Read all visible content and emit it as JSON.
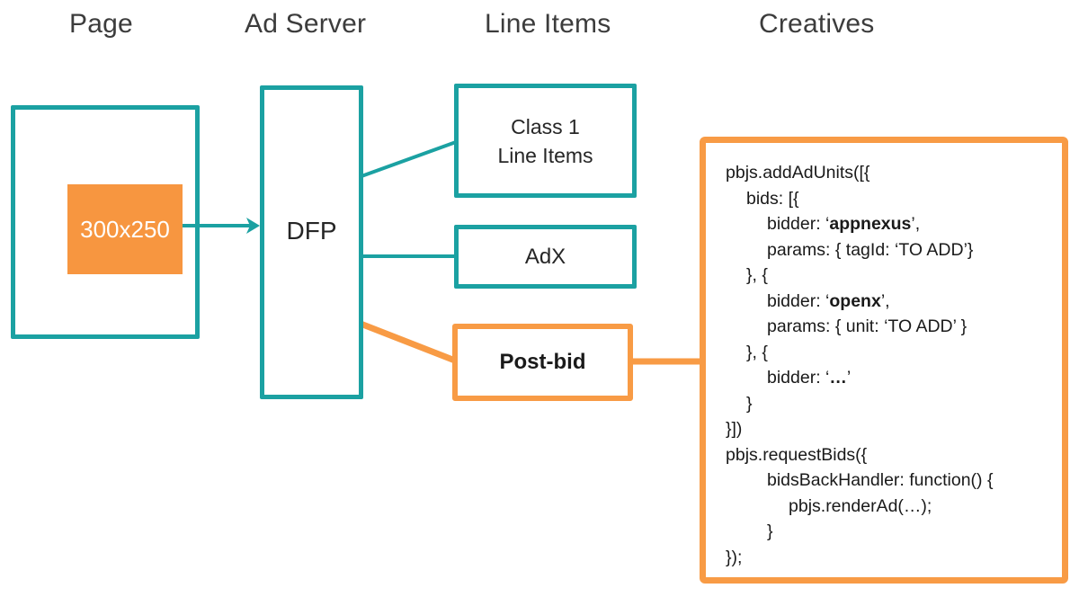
{
  "colors": {
    "teal": "#1ba1a2",
    "orange": "#f89b45",
    "ad_slot_fill": "#f79640",
    "header_text": "#3c3c3c"
  },
  "headers": [
    "Page",
    "Ad Server",
    "Line Items",
    "Creatives"
  ],
  "page": {
    "ad_slot_label": "300x250"
  },
  "ad_server": {
    "label": "DFP"
  },
  "line_items": {
    "class1_line1": "Class 1",
    "class1_line2": "Line Items",
    "adx_label": "AdX",
    "postbid_label": "Post-bid"
  },
  "creatives": {
    "code_lines": [
      {
        "indent": 0,
        "parts": [
          {
            "t": "pbjs.addAdUnits([{"
          }
        ]
      },
      {
        "indent": 1,
        "parts": [
          {
            "t": "bids: [{"
          }
        ]
      },
      {
        "indent": 2,
        "parts": [
          {
            "t": "bidder: ‘"
          },
          {
            "t": "appnexus",
            "b": true
          },
          {
            "t": "’,"
          }
        ]
      },
      {
        "indent": 2,
        "parts": [
          {
            "t": "params: { tagId: ‘TO ADD’}"
          }
        ]
      },
      {
        "indent": 1,
        "parts": [
          {
            "t": "}, {"
          }
        ]
      },
      {
        "indent": 2,
        "parts": [
          {
            "t": "bidder: ‘"
          },
          {
            "t": "openx",
            "b": true
          },
          {
            "t": "’,"
          }
        ]
      },
      {
        "indent": 2,
        "parts": [
          {
            "t": "params: { unit: ‘TO ADD’ }"
          }
        ]
      },
      {
        "indent": 1,
        "parts": [
          {
            "t": "}, {"
          }
        ]
      },
      {
        "indent": 2,
        "parts": [
          {
            "t": "bidder: ‘"
          },
          {
            "t": "…",
            "b": true
          },
          {
            "t": "’"
          }
        ]
      },
      {
        "indent": 1,
        "parts": [
          {
            "t": "}"
          }
        ]
      },
      {
        "indent": 0,
        "parts": [
          {
            "t": "}])"
          }
        ]
      },
      {
        "indent": 0,
        "parts": [
          {
            "t": "pbjs.requestBids({"
          }
        ]
      },
      {
        "indent": 2,
        "parts": [
          {
            "t": "bidsBackHandler: function() {"
          }
        ]
      },
      {
        "indent": 3,
        "parts": [
          {
            "t": "pbjs.renderAd(…);"
          }
        ]
      },
      {
        "indent": 2,
        "parts": [
          {
            "t": "}"
          }
        ]
      },
      {
        "indent": 0,
        "parts": [
          {
            "t": "});"
          }
        ]
      }
    ]
  }
}
